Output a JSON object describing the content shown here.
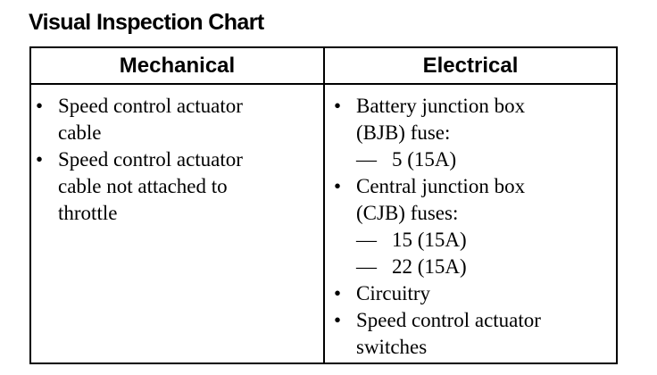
{
  "title": "Visual Inspection Chart",
  "columns": {
    "mechanical": {
      "header": "Mechanical",
      "items": [
        {
          "lines": [
            "Speed control actuator",
            "cable"
          ]
        },
        {
          "lines": [
            "Speed control actuator",
            "cable not attached to",
            "throttle"
          ]
        }
      ]
    },
    "electrical": {
      "header": "Electrical",
      "items": [
        {
          "lines": [
            "Battery junction box",
            "(BJB) fuse:"
          ],
          "subs": [
            "5 (15A)"
          ]
        },
        {
          "lines": [
            "Central junction box",
            "(CJB) fuses:"
          ],
          "subs": [
            "15 (15A)",
            "22 (15A)"
          ]
        },
        {
          "lines": [
            "Circuitry"
          ]
        },
        {
          "lines": [
            "Speed control actuator",
            "switches"
          ]
        }
      ]
    }
  },
  "glyphs": {
    "bullet": "•",
    "dash": "—"
  }
}
